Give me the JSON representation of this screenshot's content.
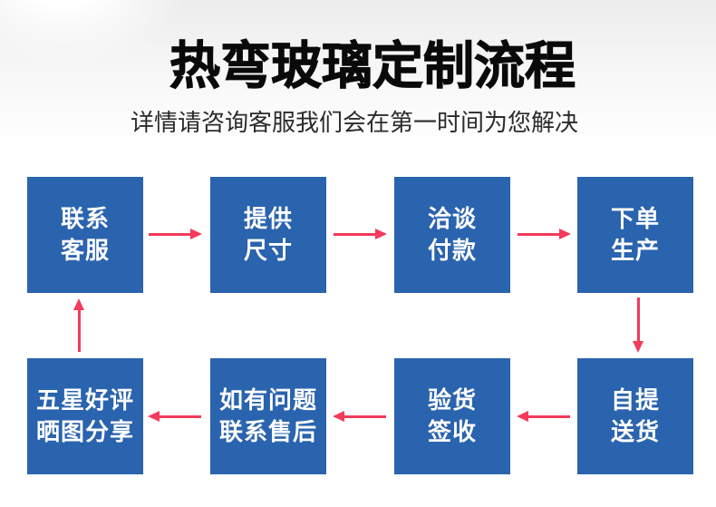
{
  "header": {
    "title": "热弯玻璃定制流程",
    "subtitle": "详情请咨询客服我们会在第一时间为您解决"
  },
  "colors": {
    "box_blue": "#2A63AE",
    "arrow_red": "#F33B5B",
    "title_text": "#0A0A0A",
    "subtitle_text": "#2B2B2B",
    "box_label_text": "#FFFFFF"
  },
  "steps": [
    {
      "order": 1,
      "label": "联系\n客服"
    },
    {
      "order": 2,
      "label": "提供\n尺寸"
    },
    {
      "order": 3,
      "label": "洽谈\n付款"
    },
    {
      "order": 4,
      "label": "下单\n生产"
    },
    {
      "order": 5,
      "label": "自提\n送货"
    },
    {
      "order": 6,
      "label": "验货\n签收"
    },
    {
      "order": 7,
      "label": "如有问题\n联系售后"
    },
    {
      "order": 8,
      "label": "五星好评\n晒图分享"
    }
  ],
  "arrows": [
    {
      "direction": "right",
      "from": "联系客服",
      "to": "提供尺寸"
    },
    {
      "direction": "right",
      "from": "提供尺寸",
      "to": "洽谈付款"
    },
    {
      "direction": "right",
      "from": "洽谈付款",
      "to": "下单生产"
    },
    {
      "direction": "down",
      "from": "下单生产",
      "to": "自提送货"
    },
    {
      "direction": "left",
      "from": "自提送货",
      "to": "验货签收"
    },
    {
      "direction": "left",
      "from": "验货签收",
      "to": "如有问题联系售后"
    },
    {
      "direction": "left",
      "from": "如有问题联系售后",
      "to": "五星好评晒图分享"
    },
    {
      "direction": "up",
      "from": "五星好评晒图分享",
      "to": "联系客服"
    }
  ]
}
